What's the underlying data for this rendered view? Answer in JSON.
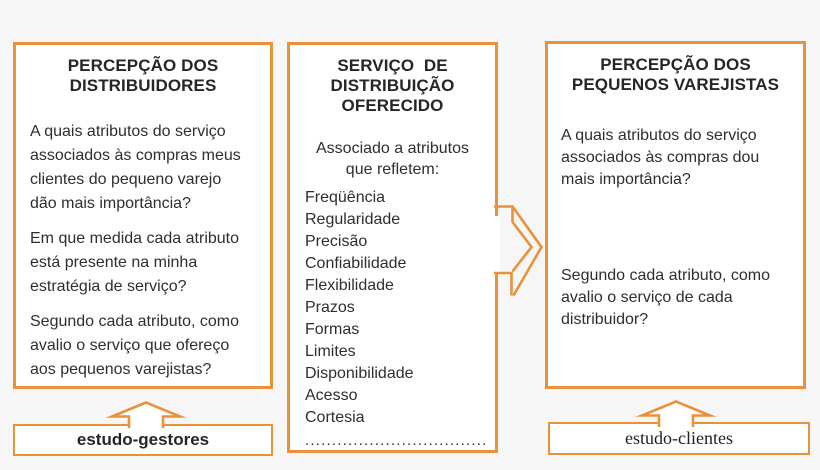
{
  "palette": {
    "accent_orange": "#e8923c",
    "text_color": "#2e2e2e",
    "background": "#f5f6f5",
    "box_background": "#ffffff"
  },
  "left_box": {
    "title": "PERCEPÇÃO DOS\nDISTRIBUIDORES",
    "paragraphs": [
      "A quais atributos do serviço\nassociados às compras meus\nclientes do pequeno varejo\ndão mais importância?",
      "Em que medida cada atributo\nestá presente na minha\nestratégia de serviço?",
      "Segundo cada atributo, como\navalio o serviço que ofereço\naos pequenos varejistas?"
    ]
  },
  "middle_box": {
    "title": "SERVIÇO  DE\nDISTRIBUIÇÃO\nOFERECIDO",
    "subtitle": "Associado a atributos\nque refletem:",
    "items": [
      "Freqüência",
      "Regularidade",
      "Precisão",
      "Confiabilidade",
      "Flexibilidade",
      "Prazos",
      "Formas",
      "Limites",
      "Disponibilidade",
      "Acesso",
      "Cortesia"
    ],
    "dots_line": ".................................."
  },
  "right_box": {
    "title": "PERCEPÇÃO DOS\nPEQUENOS VAREJISTAS",
    "paragraphs": [
      "A quais atributos do serviço\nassociados às compras dou\nmais importância?",
      "Segundo cada atributo, como\navalio o serviço de cada\ndistribuidor?"
    ]
  },
  "footer_left": {
    "label": "estudo-gestores"
  },
  "footer_right": {
    "label": "estudo-clientes"
  }
}
